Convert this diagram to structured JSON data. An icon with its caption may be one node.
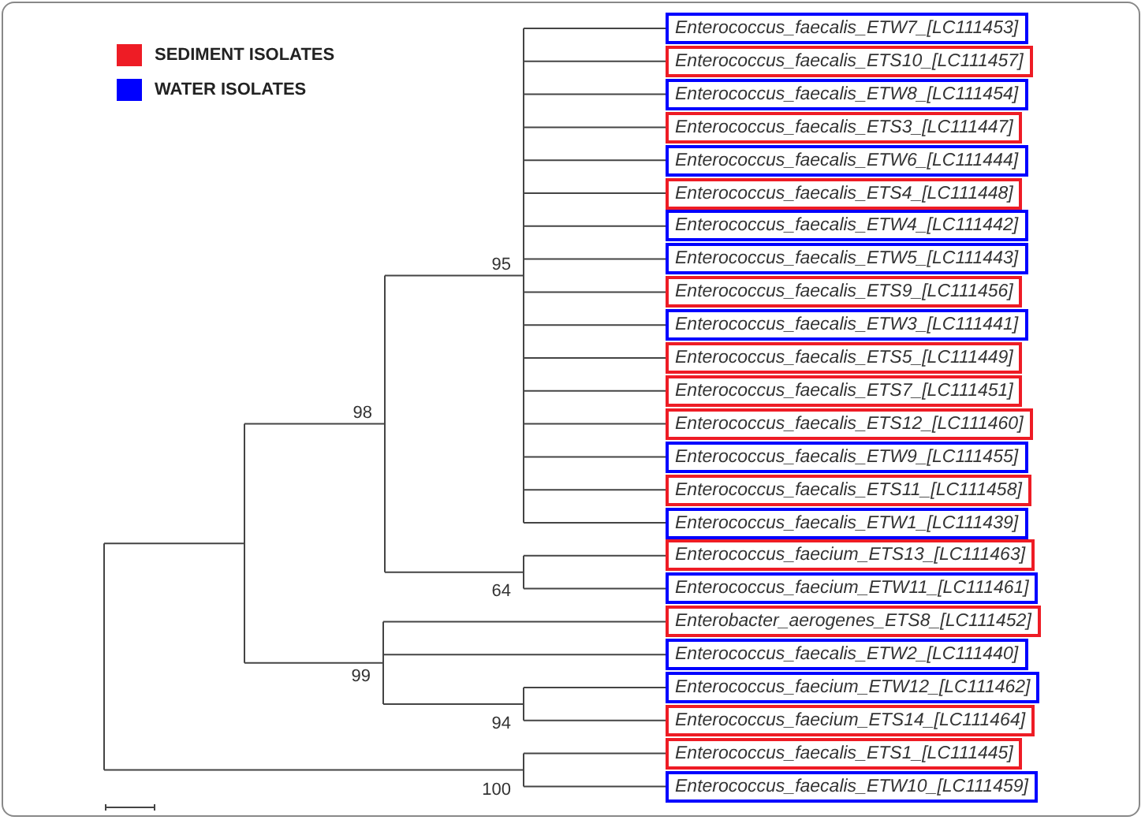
{
  "diagram": {
    "nodes": [
      {
        "text": [
          "Enterococcus_faecalis_ETW7_[LC111453]"
        ]
      },
      {
        "text": [
          "Enterococcus_faecalis_ETS10_[LC111457]"
        ]
      },
      {
        "text": [
          "Enterococcus_faecalis_ETW8_[LC111454]"
        ]
      },
      {
        "text": [
          "Enterococcus_faecalis_ETS3_[LC111447]"
        ]
      },
      {
        "text": [
          "Enterococcus_faecalis_ETW6_[LC111444]"
        ]
      },
      {
        "text": [
          "Enterococcus_faecalis_ETS4_[LC111448]"
        ]
      },
      {
        "text": [
          "Enterococcus_faecalis_ETW4_[LC111442]"
        ]
      },
      {
        "text": [
          "Enterococcus_faecalis_ETW5_[LC111443]"
        ]
      },
      {
        "text": [
          "Enterococcus_faecalis_ETS9_[LC111456]"
        ]
      },
      {
        "text": [
          "Enterococcus_faecalis_ETW3_[LC111441]"
        ]
      },
      {
        "text": [
          "Enterococcus_faecalis_ETS5_[LC111449]"
        ]
      },
      {
        "text": [
          "Enterococcus_faecalis_ETS7_[LC111451]"
        ]
      },
      {
        "text": [
          "Enterococcus_faecalis_ETS12_[LC111460]"
        ]
      },
      {
        "text": [
          "Enterococcus_faecalis_ETW9_[LC111455]"
        ]
      },
      {
        "text": [
          "Enterococcus_faecalis_ETS11_[LC111458]"
        ]
      },
      {
        "text": [
          "Enterococcus_faecalis_ETW1_[LC111439]"
        ]
      },
      {
        "text": [
          "Enterococcus_faecium_ETS13_[LC111463]"
        ]
      },
      {
        "text": [
          "Enterococcus_faecium_ETW11_[LC111461]"
        ]
      },
      {
        "text": [
          "Enterobacter_aerogenes_ETS8_[LC111452]"
        ]
      },
      {
        "text": [
          "Enterococcus_faecalis_ETW2_[LC111440]"
        ]
      },
      {
        "text": [
          "Enterococcus_faecium_ETW12_[LC111462]"
        ]
      },
      {
        "text": [
          "Enterococcus_faecium_ETS14_[LC111464]"
        ]
      },
      {
        "text": [
          "Enterococcus_faecalis_ETS1_[LC111445]"
        ]
      },
      {
        "text": [
          "Enterococcus_faecalis_ETW10_[LC111459]"
        ]
      }
    ],
    "labels": [
      "95",
      "98",
      "64",
      "99",
      "94",
      "100"
    ],
    "legend": [
      {
        "text": "SEDIMENT ISOLATES",
        "color": "#ee1c25"
      },
      {
        "text": "WATER ISOLATES",
        "color": "#0000ff"
      }
    ]
  }
}
